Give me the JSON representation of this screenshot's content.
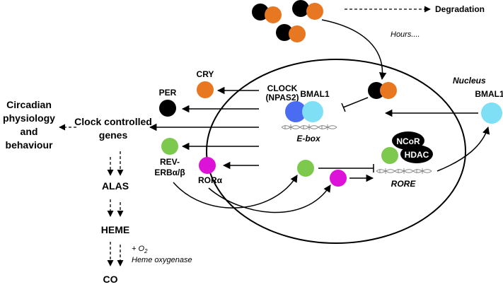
{
  "labels": {
    "degradation": "Degradation",
    "hours": "Hours....",
    "nucleus": "Nucleus",
    "bmal1_outside": "BMAL1",
    "cry": "CRY",
    "per": "PER",
    "clock_line1": "CLOCK",
    "clock_line2": "(NPAS2)",
    "bmal1_inside": "BMAL1",
    "ebox": "E-box",
    "circadian_line1": "Circadian",
    "circadian_line2": "physiology",
    "circadian_line3": "and",
    "circadian_line4": "behaviour",
    "ccg_line1": "Clock controlled",
    "ccg_line2": "genes",
    "reverb_line1": "REV-",
    "reverb_line2": "ERBα/β",
    "ror": "RORα",
    "ncor": "NCoR",
    "hdac": "HDAC",
    "rore": "RORE",
    "alas": "ALAS",
    "heme": "HEME",
    "o2_prefix": "+ O",
    "o2_sub": "2",
    "heme_oxygenase": "Heme oxygenase",
    "co": "CO"
  },
  "colors": {
    "black": "#000000",
    "orange": "#E87722",
    "blue": "#4A6CF2",
    "cyan": "#7FE0F5",
    "green": "#7DC94E",
    "magenta": "#DD12D8"
  }
}
